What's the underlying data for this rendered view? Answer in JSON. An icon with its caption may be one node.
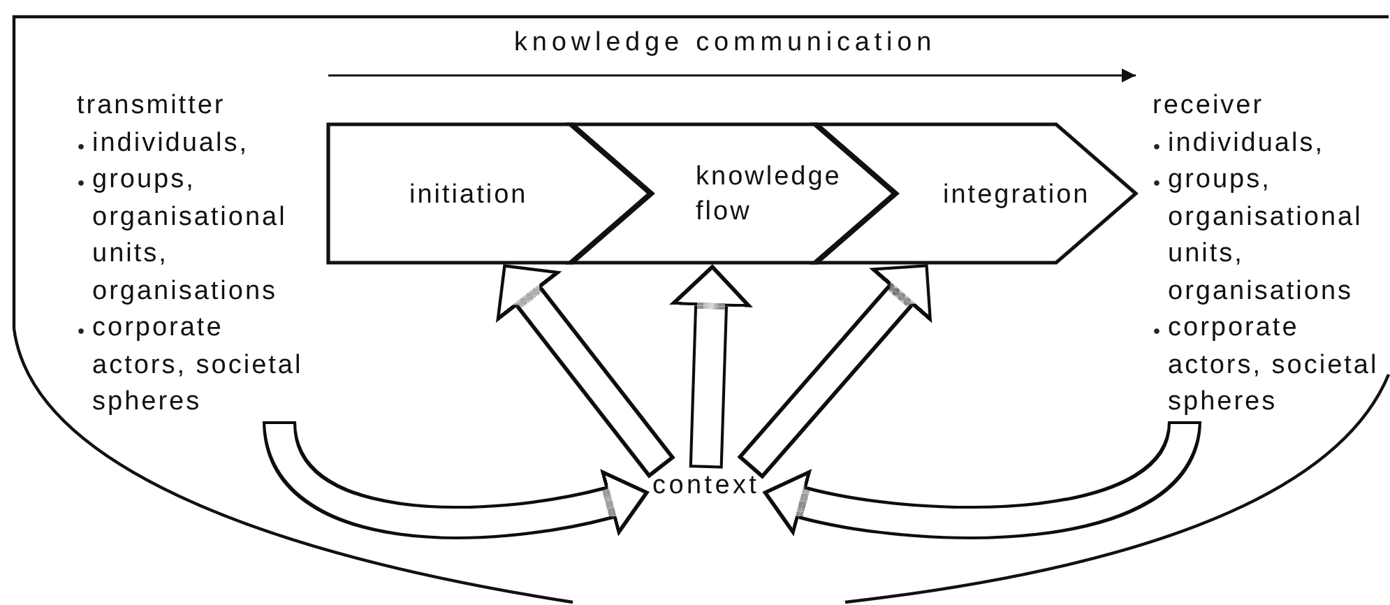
{
  "diagram": {
    "nodes": [
      {
        "text": [
          "transmitter",
          "individuals,",
          "groups, organisational units, organisations",
          "corporate actors, societal spheres"
        ]
      },
      {
        "text": [
          "initiation"
        ]
      },
      {
        "text": [
          "knowledge flow"
        ]
      },
      {
        "text": [
          "integration"
        ]
      },
      {
        "text": [
          "receiver",
          "individuals,",
          "groups, organisational units, organisations",
          "corporate actors, societal spheres"
        ]
      },
      {
        "text": [
          "context"
        ]
      }
    ],
    "edges": [
      {
        "from": 0,
        "to": 5,
        "arrow": "to"
      },
      {
        "from": 4,
        "to": 5,
        "arrow": "to"
      },
      {
        "from": 5,
        "to": 1,
        "arrow": "to"
      },
      {
        "from": 5,
        "to": 2,
        "arrow": "to"
      },
      {
        "from": 5,
        "to": 3,
        "arrow": "to"
      }
    ],
    "labels": [
      "knowledge communication"
    ]
  }
}
